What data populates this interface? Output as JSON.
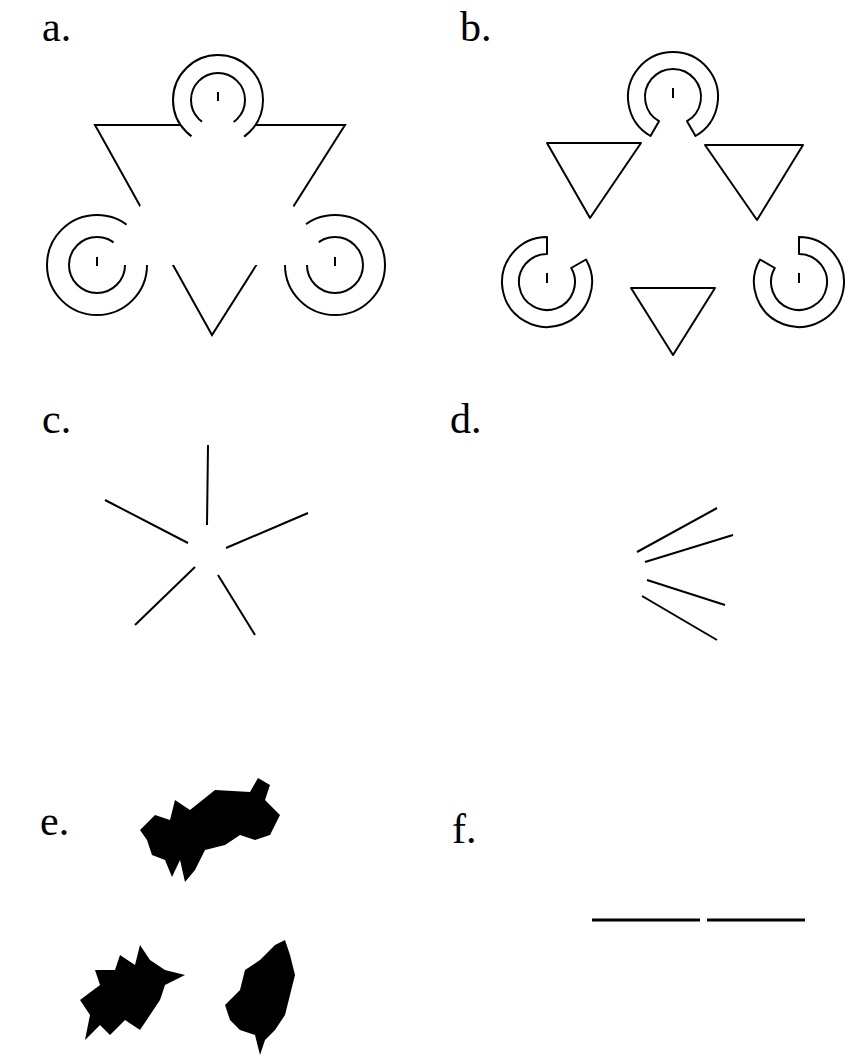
{
  "diagram": {
    "labels": [
      "a.",
      "b.",
      "c.",
      "d.",
      "e.",
      "f."
    ]
  }
}
